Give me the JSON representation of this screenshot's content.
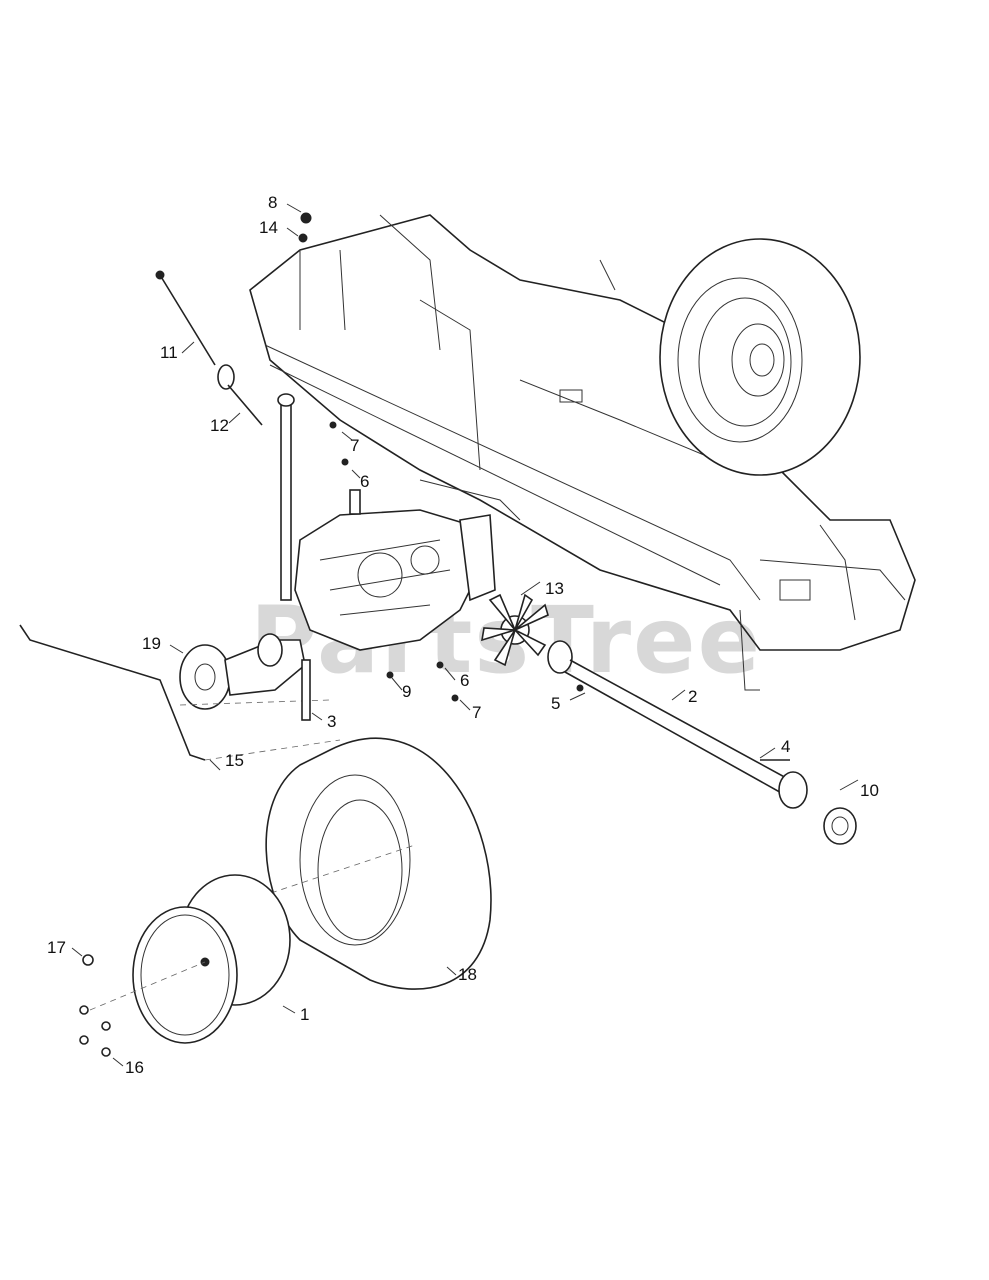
{
  "watermark": "PartsTree",
  "callouts": [
    {
      "id": "c8",
      "text": "8"
    },
    {
      "id": "c14",
      "text": "14"
    },
    {
      "id": "c11",
      "text": "11"
    },
    {
      "id": "c12",
      "text": "12"
    },
    {
      "id": "c7a",
      "text": "7"
    },
    {
      "id": "c6a",
      "text": "6"
    },
    {
      "id": "c13",
      "text": "13"
    },
    {
      "id": "c19",
      "text": "19"
    },
    {
      "id": "c9",
      "text": "9"
    },
    {
      "id": "c6b",
      "text": "6"
    },
    {
      "id": "c7b",
      "text": "7"
    },
    {
      "id": "c3",
      "text": "3"
    },
    {
      "id": "c2",
      "text": "2"
    },
    {
      "id": "c5",
      "text": "5"
    },
    {
      "id": "c4",
      "text": "4"
    },
    {
      "id": "c10",
      "text": "10"
    },
    {
      "id": "c15",
      "text": "15"
    },
    {
      "id": "c17",
      "text": "17"
    },
    {
      "id": "c18",
      "text": "18"
    },
    {
      "id": "c1",
      "text": "1"
    },
    {
      "id": "c16",
      "text": "16"
    }
  ]
}
